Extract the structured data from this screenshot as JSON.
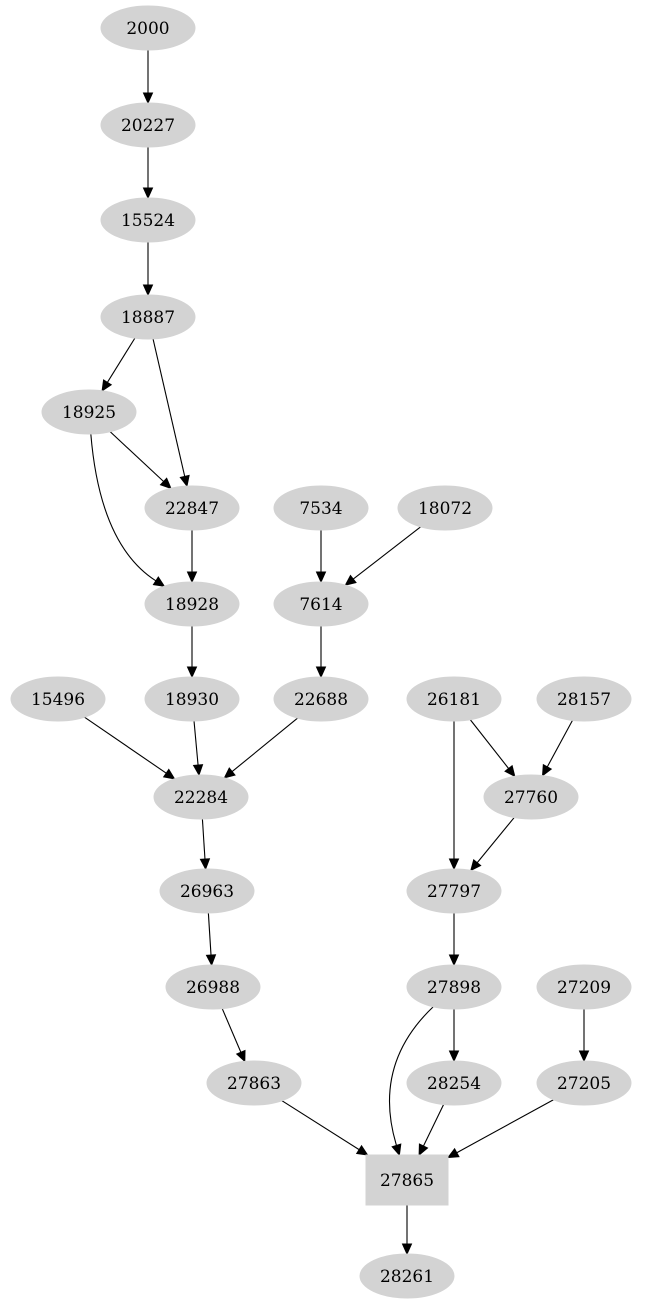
{
  "graph": {
    "nodes": [
      {
        "id": "2000",
        "label": "2000",
        "shape": "ellipse"
      },
      {
        "id": "20227",
        "label": "20227",
        "shape": "ellipse"
      },
      {
        "id": "15524",
        "label": "15524",
        "shape": "ellipse"
      },
      {
        "id": "18887",
        "label": "18887",
        "shape": "ellipse"
      },
      {
        "id": "18925",
        "label": "18925",
        "shape": "ellipse"
      },
      {
        "id": "22847",
        "label": "22847",
        "shape": "ellipse"
      },
      {
        "id": "7534",
        "label": "7534",
        "shape": "ellipse"
      },
      {
        "id": "18072",
        "label": "18072",
        "shape": "ellipse"
      },
      {
        "id": "18928",
        "label": "18928",
        "shape": "ellipse"
      },
      {
        "id": "7614",
        "label": "7614",
        "shape": "ellipse"
      },
      {
        "id": "15496",
        "label": "15496",
        "shape": "ellipse"
      },
      {
        "id": "18930",
        "label": "18930",
        "shape": "ellipse"
      },
      {
        "id": "22688",
        "label": "22688",
        "shape": "ellipse"
      },
      {
        "id": "26181",
        "label": "26181",
        "shape": "ellipse"
      },
      {
        "id": "28157",
        "label": "28157",
        "shape": "ellipse"
      },
      {
        "id": "22284",
        "label": "22284",
        "shape": "ellipse"
      },
      {
        "id": "27760",
        "label": "27760",
        "shape": "ellipse"
      },
      {
        "id": "26963",
        "label": "26963",
        "shape": "ellipse"
      },
      {
        "id": "27797",
        "label": "27797",
        "shape": "ellipse"
      },
      {
        "id": "26988",
        "label": "26988",
        "shape": "ellipse"
      },
      {
        "id": "27898",
        "label": "27898",
        "shape": "ellipse"
      },
      {
        "id": "27209",
        "label": "27209",
        "shape": "ellipse"
      },
      {
        "id": "27863",
        "label": "27863",
        "shape": "ellipse"
      },
      {
        "id": "28254",
        "label": "28254",
        "shape": "ellipse"
      },
      {
        "id": "27205",
        "label": "27205",
        "shape": "ellipse"
      },
      {
        "id": "27865",
        "label": "27865",
        "shape": "box"
      },
      {
        "id": "28261",
        "label": "28261",
        "shape": "ellipse"
      }
    ],
    "edges": [
      [
        "2000",
        "20227"
      ],
      [
        "20227",
        "15524"
      ],
      [
        "15524",
        "18887"
      ],
      [
        "18887",
        "18925"
      ],
      [
        "18887",
        "22847"
      ],
      [
        "18925",
        "22847"
      ],
      [
        "18925",
        "18928"
      ],
      [
        "22847",
        "18928"
      ],
      [
        "7534",
        "7614"
      ],
      [
        "18072",
        "7614"
      ],
      [
        "18928",
        "18930"
      ],
      [
        "7614",
        "22688"
      ],
      [
        "15496",
        "22284"
      ],
      [
        "18930",
        "22284"
      ],
      [
        "22688",
        "22284"
      ],
      [
        "22284",
        "26963"
      ],
      [
        "26963",
        "26988"
      ],
      [
        "26988",
        "27863"
      ],
      [
        "27863",
        "27865"
      ],
      [
        "26181",
        "27760"
      ],
      [
        "28157",
        "27760"
      ],
      [
        "26181",
        "27797"
      ],
      [
        "27760",
        "27797"
      ],
      [
        "27797",
        "27898"
      ],
      [
        "27898",
        "28254"
      ],
      [
        "27898",
        "27865"
      ],
      [
        "28254",
        "27865"
      ],
      [
        "27209",
        "27205"
      ],
      [
        "27205",
        "27865"
      ],
      [
        "27865",
        "28261"
      ]
    ],
    "colors": {
      "node_fill": "#d3d3d3",
      "edge": "#000000"
    }
  }
}
